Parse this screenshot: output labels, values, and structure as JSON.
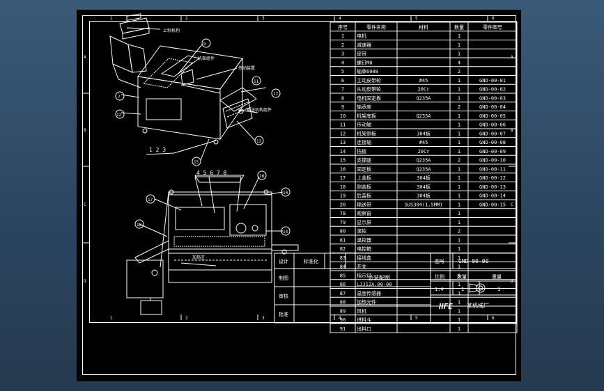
{
  "frame": {
    "top_cols": [
      "1",
      "2",
      "3",
      "4",
      "5",
      "6"
    ],
    "bottom_cols": [
      "1",
      "2",
      "3",
      "4",
      "5",
      "6"
    ],
    "left_rows": [
      "A",
      "B",
      "C",
      "D"
    ],
    "right_rows": [
      "A",
      "B",
      "C",
      "D"
    ]
  },
  "bom_header": [
    "序号",
    "零件名称",
    "材料",
    "数量",
    "零件图号"
  ],
  "bom_rows": [
    {
      "no": "1",
      "name": "电机",
      "mat": "",
      "qty": "1",
      "code": ""
    },
    {
      "no": "2",
      "name": "减速器",
      "mat": "",
      "qty": "1",
      "code": ""
    },
    {
      "no": "3",
      "name": "皮带",
      "mat": "",
      "qty": "1",
      "code": ""
    },
    {
      "no": "4",
      "name": "螺钉M8",
      "mat": "",
      "qty": "4",
      "code": ""
    },
    {
      "no": "5",
      "name": "轴承6008",
      "mat": "",
      "qty": "2",
      "code": ""
    },
    {
      "no": "6",
      "name": "主动皮带轮",
      "mat": "#45",
      "qty": "1",
      "code": "GND-00-01"
    },
    {
      "no": "7",
      "name": "从动皮带轮",
      "mat": "20Cr",
      "qty": "1",
      "code": "GND-00-02"
    },
    {
      "no": "8",
      "name": "电机固定板",
      "mat": "Q235A",
      "qty": "1",
      "code": "GND-00-03"
    },
    {
      "no": "9",
      "name": "轴承座",
      "mat": "",
      "qty": "2",
      "code": "GND-00-04"
    },
    {
      "no": "10",
      "name": "机架底板",
      "mat": "Q235A",
      "qty": "1",
      "code": "GND-00-05"
    },
    {
      "no": "11",
      "name": "传动轴",
      "mat": "",
      "qty": "1",
      "code": "GND-00-06"
    },
    {
      "no": "12",
      "name": "机架侧板",
      "mat": "304板",
      "qty": "1",
      "code": "GND-00-07"
    },
    {
      "no": "13",
      "name": "连接轴",
      "mat": "#45",
      "qty": "1",
      "code": "GND-00-08"
    },
    {
      "no": "14",
      "name": "挡板",
      "mat": "20Cr",
      "qty": "1",
      "code": "GND-00-09"
    },
    {
      "no": "15",
      "name": "支撑腿",
      "mat": "Q235A",
      "qty": "2",
      "code": "GND-00-10"
    },
    {
      "no": "16",
      "name": "固定板",
      "mat": "Q235A",
      "qty": "1",
      "code": "GND-00-11"
    },
    {
      "no": "17",
      "name": "上盖板",
      "mat": "304板",
      "qty": "1",
      "code": "GND-00-12"
    },
    {
      "no": "18",
      "name": "侧盖板",
      "mat": "304板",
      "qty": "1",
      "code": "GND-00-13"
    },
    {
      "no": "19",
      "name": "后盖板",
      "mat": "304板",
      "qty": "1",
      "code": "GND-00-14"
    },
    {
      "no": "20",
      "name": "输送带",
      "mat": "SUS304(1.5MM)",
      "qty": "1",
      "code": "GND-00-15"
    },
    {
      "no": "78",
      "name": "观察窗",
      "mat": "",
      "qty": "1",
      "code": ""
    },
    {
      "no": "79",
      "name": "显示屏",
      "mat": "",
      "qty": "1",
      "code": ""
    },
    {
      "no": "80",
      "name": "滚轮",
      "mat": "",
      "qty": "2",
      "code": ""
    },
    {
      "no": "81",
      "name": "温控器",
      "mat": "",
      "qty": "1",
      "code": ""
    },
    {
      "no": "82",
      "name": "电控箱",
      "mat": "",
      "qty": "1",
      "code": ""
    },
    {
      "no": "83",
      "name": "接线盒",
      "mat": "",
      "qty": "1",
      "code": ""
    },
    {
      "no": "84",
      "name": "开关",
      "mat": "",
      "qty": "1",
      "code": ""
    },
    {
      "no": "85",
      "name": "指示灯",
      "mat": "",
      "qty": "1",
      "code": ""
    },
    {
      "no": "86",
      "name": "LJJ12A.00-00",
      "mat": "",
      "qty": "1",
      "code": ""
    },
    {
      "no": "87",
      "name": "温度传感器",
      "mat": "",
      "qty": "1",
      "code": ""
    },
    {
      "no": "88",
      "name": "加热元件",
      "mat": "",
      "qty": "1",
      "code": ""
    },
    {
      "no": "89",
      "name": "风机",
      "mat": "",
      "qty": "1",
      "code": ""
    },
    {
      "no": "90",
      "name": "进料斗",
      "mat": "",
      "qty": "1",
      "code": ""
    },
    {
      "no": "91",
      "name": "出料口",
      "mat": "",
      "qty": "1",
      "code": ""
    }
  ],
  "title_block": {
    "row1": [
      "设计",
      "",
      "标准化",
      "",
      "",
      "图号",
      "GND-00-00"
    ],
    "row2_left": [
      "制图",
      "",
      "总装配图"
    ],
    "row3_left": [
      "审核",
      ""
    ],
    "row4_left": [
      "批准",
      ""
    ],
    "scale_labels": [
      "比例",
      "数量",
      "重量"
    ],
    "scale_value": "1:4",
    "count_value": "1",
    "weight_value": "1",
    "logo": "HFE",
    "company": "某机械厂"
  },
  "callouts_top": [
    "11",
    "9",
    "7",
    "12",
    "17",
    "13",
    "15"
  ],
  "callouts_bottom": [
    "16",
    "10",
    "17",
    "18",
    "14"
  ],
  "dim_labels_top": "1  2  3",
  "dim_labels_bottom": "4  5  6  7  8",
  "notes_top": [
    "上料机构",
    "机架组件",
    "传动装置",
    "输送机构组件"
  ],
  "notes_bottom": [
    "加热区"
  ]
}
